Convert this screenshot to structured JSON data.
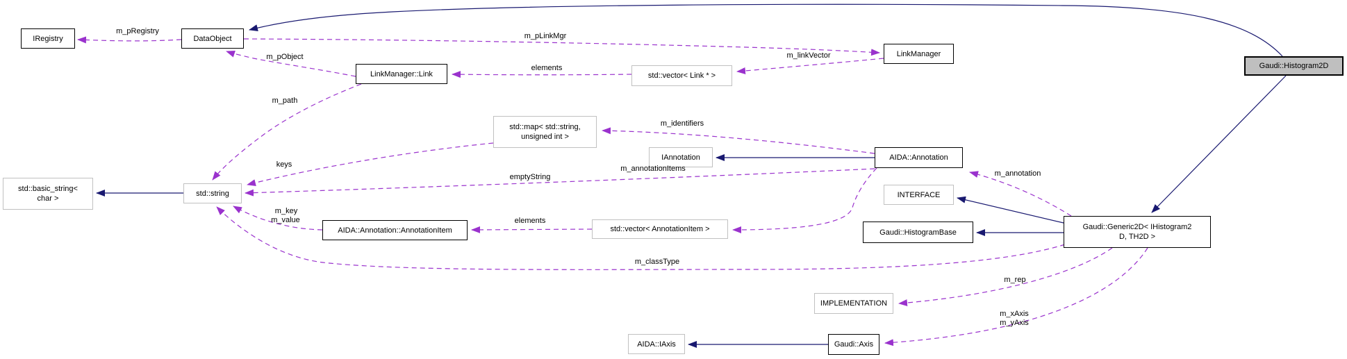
{
  "diagram": {
    "type": "collaboration-graph",
    "focus": "Gaudi::Histogram2D"
  },
  "colors": {
    "inheritance": "#191970",
    "usage": "#9a32cd",
    "focus_fill": "#bfbfbf",
    "node_border": "#000000",
    "external_border": "#c0c0c0",
    "background": "#ffffff",
    "text": "#000000"
  },
  "nodes": {
    "iregistry": {
      "label": "IRegistry",
      "style": "documented"
    },
    "dataobject": {
      "label": "DataObject",
      "style": "documented"
    },
    "linkmanager_link": {
      "label": "LinkManager::Link",
      "style": "documented"
    },
    "vector_link": {
      "label": "std::vector< Link * >",
      "style": "external"
    },
    "linkmanager": {
      "label": "LinkManager",
      "style": "documented"
    },
    "histogram2d": {
      "label": "Gaudi::Histogram2D",
      "style": "focus"
    },
    "map_string_uint": {
      "line1": "std::map< std::string,",
      "line2": "unsigned int >",
      "style": "external"
    },
    "iannotation": {
      "label": "IAnnotation",
      "style": "external"
    },
    "aida_annotation": {
      "label": "AIDA::Annotation",
      "style": "documented"
    },
    "basic_string": {
      "line1": "std::basic_string<",
      "line2": "char >",
      "style": "external"
    },
    "std_string": {
      "label": "std::string",
      "style": "external"
    },
    "interface": {
      "label": "INTERFACE",
      "style": "external"
    },
    "histogrambase": {
      "label": "Gaudi::HistogramBase",
      "style": "documented"
    },
    "generic2d": {
      "line1": "Gaudi::Generic2D< IHistogram2",
      "line2": "D, TH2D >",
      "style": "documented"
    },
    "annotationitem": {
      "label": "AIDA::Annotation::AnnotationItem",
      "style": "documented"
    },
    "vector_annotationitem": {
      "label": "std::vector< AnnotationItem >",
      "style": "external"
    },
    "implementation": {
      "label": "IMPLEMENTATION",
      "style": "external"
    },
    "aida_iaxis": {
      "label": "AIDA::IAxis",
      "style": "external"
    },
    "gaudi_axis": {
      "label": "Gaudi::Axis",
      "style": "documented"
    }
  },
  "edges": [
    {
      "from": "Gaudi::Histogram2D",
      "to": "DataObject",
      "type": "inheritance",
      "label": ""
    },
    {
      "from": "Gaudi::Histogram2D",
      "to": "Gaudi::Generic2D< IHistogram2D, TH2D >",
      "type": "inheritance",
      "label": ""
    },
    {
      "from": "AIDA::Annotation",
      "to": "IAnnotation",
      "type": "inheritance",
      "label": ""
    },
    {
      "from": "std::string",
      "to": "std::basic_string< char >",
      "type": "inheritance",
      "label": ""
    },
    {
      "from": "Gaudi::Generic2D< IHistogram2D, TH2D >",
      "to": "INTERFACE",
      "type": "inheritance",
      "label": ""
    },
    {
      "from": "Gaudi::Generic2D< IHistogram2D, TH2D >",
      "to": "Gaudi::HistogramBase",
      "type": "inheritance",
      "label": ""
    },
    {
      "from": "Gaudi::Axis",
      "to": "AIDA::IAxis",
      "type": "inheritance",
      "label": ""
    },
    {
      "from": "DataObject",
      "to": "IRegistry",
      "type": "usage",
      "label": "m_pRegistry"
    },
    {
      "from": "DataObject",
      "to": "LinkManager",
      "type": "usage",
      "label": "m_pLinkMgr"
    },
    {
      "from": "LinkManager::Link",
      "to": "DataObject",
      "type": "usage",
      "label": "m_pObject"
    },
    {
      "from": "std::vector< Link * >",
      "to": "LinkManager::Link",
      "type": "usage",
      "label": "elements"
    },
    {
      "from": "LinkManager",
      "to": "std::vector< Link * >",
      "type": "usage",
      "label": "m_linkVector"
    },
    {
      "from": "LinkManager::Link",
      "to": "std::string",
      "type": "usage",
      "label": "m_path"
    },
    {
      "from": "AIDA::Annotation",
      "to": "std::map< std::string, unsigned int >",
      "type": "usage",
      "label": "m_identifiers"
    },
    {
      "from": "std::map< std::string, unsigned int >",
      "to": "std::string",
      "type": "usage",
      "label": "keys"
    },
    {
      "from": "AIDA::Annotation",
      "to": "std::string",
      "type": "usage",
      "label": "emptyString"
    },
    {
      "from": "AIDA::Annotation",
      "to": "std::vector< AnnotationItem >",
      "type": "usage",
      "label": "m_annotationItems"
    },
    {
      "from": "AIDA::Annotation::AnnotationItem",
      "to": "std::string",
      "type": "usage",
      "label": "m_key m_value",
      "label_lines": [
        "m_key",
        "m_value"
      ]
    },
    {
      "from": "std::vector< AnnotationItem >",
      "to": "AIDA::Annotation::AnnotationItem",
      "type": "usage",
      "label": "elements"
    },
    {
      "from": "Gaudi::Generic2D< IHistogram2D, TH2D >",
      "to": "AIDA::Annotation",
      "type": "usage",
      "label": "m_annotation"
    },
    {
      "from": "Gaudi::Generic2D< IHistogram2D, TH2D >",
      "to": "std::string",
      "type": "usage",
      "label": "m_classType"
    },
    {
      "from": "Gaudi::Generic2D< IHistogram2D, TH2D >",
      "to": "IMPLEMENTATION",
      "type": "usage",
      "label": "m_rep"
    },
    {
      "from": "Gaudi::Generic2D< IHistogram2D, TH2D >",
      "to": "Gaudi::Axis",
      "type": "usage",
      "label": "m_xAxis m_yAxis",
      "label_lines": [
        "m_xAxis",
        "m_yAxis"
      ]
    }
  ]
}
